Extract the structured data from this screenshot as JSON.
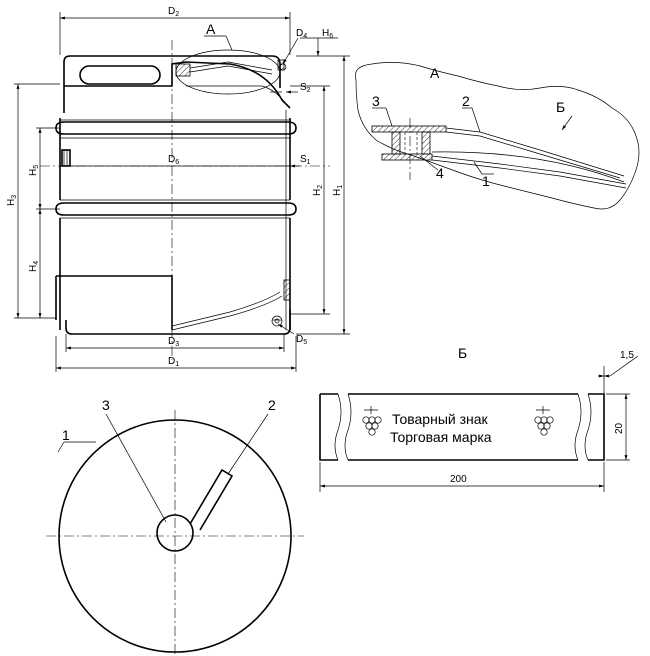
{
  "keg": {
    "dims": {
      "D1": {
        "base": "D",
        "sub": "1"
      },
      "D2": {
        "base": "D",
        "sub": "2"
      },
      "D3": {
        "base": "D",
        "sub": "3"
      },
      "D4": {
        "base": "D",
        "sub": "4"
      },
      "D5": {
        "base": "D",
        "sub": "5"
      },
      "D6": {
        "base": "D",
        "sub": "6"
      },
      "H1": {
        "base": "H",
        "sub": "1"
      },
      "H2": {
        "base": "H",
        "sub": "2"
      },
      "H3": {
        "base": "H",
        "sub": "3"
      },
      "H4": {
        "base": "H",
        "sub": "4"
      },
      "H5": {
        "base": "H",
        "sub": "5"
      },
      "H6": {
        "base": "H",
        "sub": "6"
      },
      "S1": {
        "base": "S",
        "sub": "1"
      },
      "S2": {
        "base": "S",
        "sub": "2"
      }
    },
    "callout_a": "А"
  },
  "detail_a": {
    "title": "А",
    "view_b": "Б",
    "items": [
      "1",
      "2",
      "3",
      "4"
    ]
  },
  "top_view": {
    "items": [
      "1",
      "2",
      "3"
    ]
  },
  "plate_b": {
    "title": "Б",
    "mark_line1": "Товарный знак",
    "mark_line2": "Торговая марка",
    "width_value": "200",
    "height_value": "20",
    "thickness_value": "1,5"
  }
}
